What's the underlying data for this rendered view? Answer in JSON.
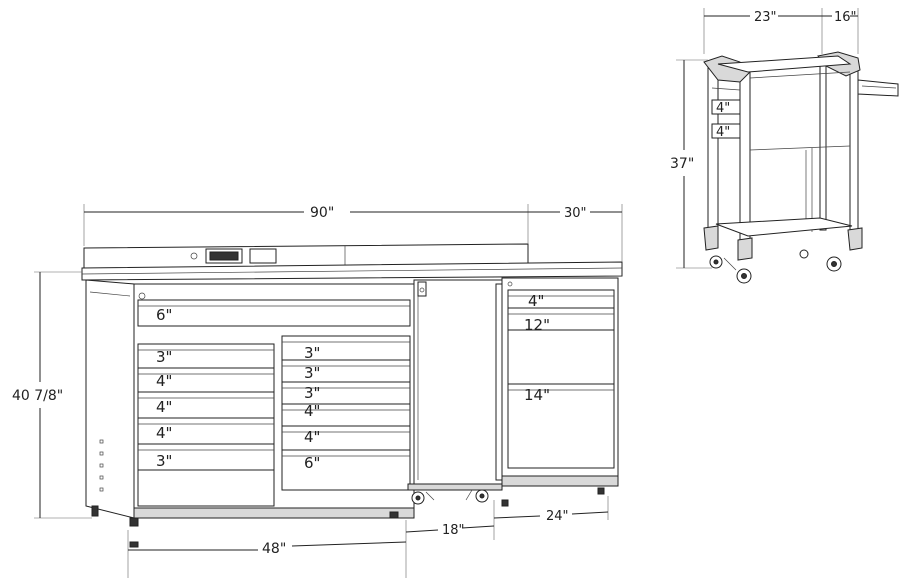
{
  "dimensions": {
    "bench_width": "90\"",
    "side_cart_width": "30\"",
    "bench_height": "40 7/8\"",
    "base_width": "48\"",
    "gap_width": "18\"",
    "right_cabinet_width": "24\"",
    "cart_width": "23\"",
    "cart_handle": "16\"",
    "cart_height": "37\""
  },
  "left_cabinet": {
    "top_drawer": "6\"",
    "left_column": [
      "3\"",
      "4\"",
      "4\"",
      "4\"",
      "3\""
    ],
    "right_column": [
      "3\"",
      "3\"",
      "3\"",
      "4\"",
      "4\"",
      "6\""
    ]
  },
  "right_cabinet": {
    "drawers": [
      "4\"",
      "12\"",
      "14\""
    ]
  },
  "cart": {
    "drawers": [
      "4\"",
      "4\""
    ]
  }
}
